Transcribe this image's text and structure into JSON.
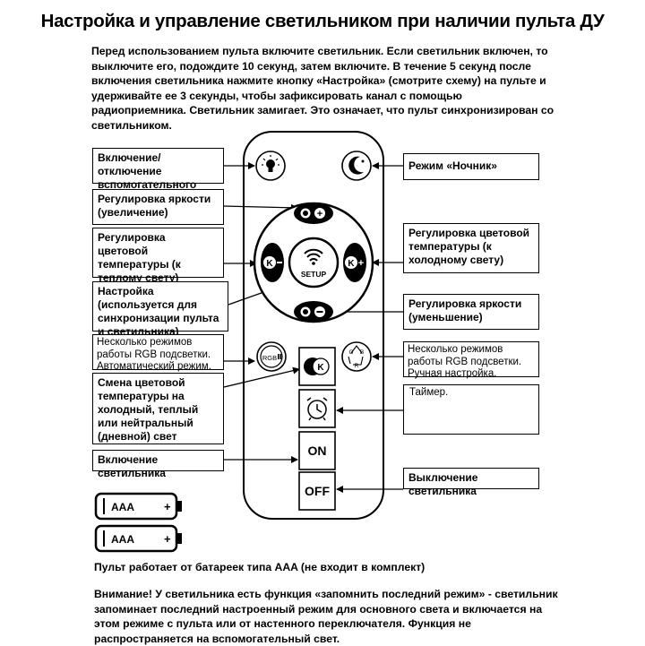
{
  "title": "Настройка и управление светильником при наличии пульта ДУ",
  "intro": "Перед использованием пульта включите светильник. Если светильник включен, то выключите его, подождите 10 секунд, затем включите. В течение 5 секунд после включения светильника нажмите кнопку «Настройка» (смотрите схему) на пульте и удерживайте ее 3 секунды, чтобы зафиксировать канал с помощью радиоприемника. Светильник замигает. Это означает, что пульт синхронизирован со светильником.",
  "labels": {
    "aux_light": "Включение/отключение вспомогательного света",
    "brightness_up": "Регулировка яркости (увеличение)",
    "temp_warm": "Регулировка цветовой температуры (к теплому свету)",
    "setup": "Настройка (используется для синхронизации пульта и светильника)",
    "rgb_auto": "Несколько режимов работы RGB подсветки. Автоматический режим.",
    "color_temp_switch": "Смена цветовой температуры на холодный, теплый или нейтральный (дневной) свет",
    "turn_on": "Включение светильника",
    "night_mode": "Режим «Ночник»",
    "temp_cold": "Регулировка цветовой температуры (к холодному свету)",
    "brightness_down": "Регулировка яркости (уменьшение)",
    "rgb_manual": "Несколько режимов работы RGB подсветки. Ручная настройка.",
    "timer": "Таймер.",
    "turn_off": "Выключение светильника"
  },
  "remote": {
    "setup_text": "SETUP",
    "rgb_text": "RGB",
    "rgb_letters": [
      "G",
      "B",
      "R"
    ],
    "k_letter": "K",
    "on_text": "ON",
    "off_text": "OFF"
  },
  "batteries": [
    {
      "label": "AAA",
      "plus": "+"
    },
    {
      "label": "AAA",
      "plus": "+"
    }
  ],
  "footer_battery": "Пульт работает от батареек типа AAA (не входит в комплект)",
  "footer_note": "Внимание! У светильника есть функция «запомнить последний режим» - светильник запоминает последний настроенный режим для основного света и включается на этом режиме с пульта или от настенного переключателя. Функция не распространяется на вспомогательный свет."
}
